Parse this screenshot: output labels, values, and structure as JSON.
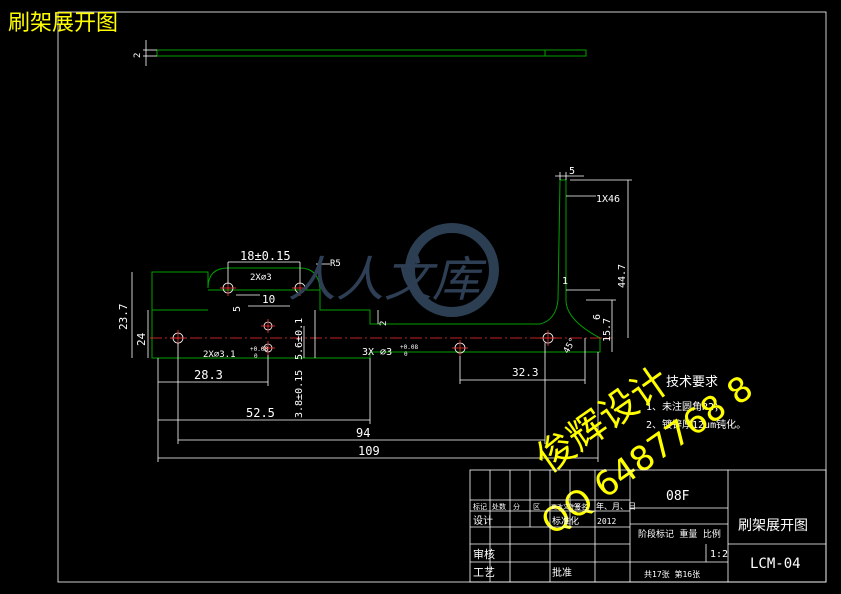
{
  "header": {
    "title": "刷架展开图"
  },
  "strip": {
    "thickness": "2"
  },
  "dims": {
    "d_18": "18±0.15",
    "holes_2x3": "2X∅3",
    "r5": "R5",
    "d_10": "10",
    "d_5": "5",
    "d_237": "23.7",
    "d_24": "24",
    "holes_2x31": "2X∅3.1",
    "tol_008": "+0.08",
    "tol_0": "0",
    "d_283": "28.3",
    "d_525": "52.5",
    "d_94": "94",
    "d_109": "109",
    "d_38": "3.8±0.15",
    "d_56": "5.6±0.1",
    "d_2": "2",
    "hole_3x3": "3X ∅3",
    "d_323": "32.3",
    "d_5top": "5",
    "d_1x46": "1X46",
    "d_1": "1",
    "d_447": "44.7",
    "d_6": "6",
    "d_157": "15.7",
    "d_45": "45°"
  },
  "tech": {
    "title": "技术要求",
    "items": [
      "1、未注圆角R2；",
      "2、镀锌厚12um钝化。"
    ]
  },
  "watermark": {
    "brand": "人人文库",
    "designer": "俊辉设计",
    "qq": "QQ 6487768 8"
  },
  "titleblock": {
    "material": "08F",
    "drawing_name": "刷架展开图",
    "drawing_no": "LCM-04",
    "scale": "1:2",
    "sheets": "共17张 第16张",
    "row_labels": [
      "标记",
      "处数",
      "分",
      "区",
      "更改文件号",
      "签名",
      "年、月、日"
    ],
    "design_label": "设计",
    "std_label": "标准化",
    "review_label": "审核",
    "process_label": "工艺",
    "approve_label": "批准",
    "stage_header": "阶段标记  重量  比例",
    "date_short": "2012"
  },
  "colors": {
    "outline": "#00a000",
    "center": "#ff3030",
    "dim": "#ffffff",
    "title": "#ffff00"
  }
}
